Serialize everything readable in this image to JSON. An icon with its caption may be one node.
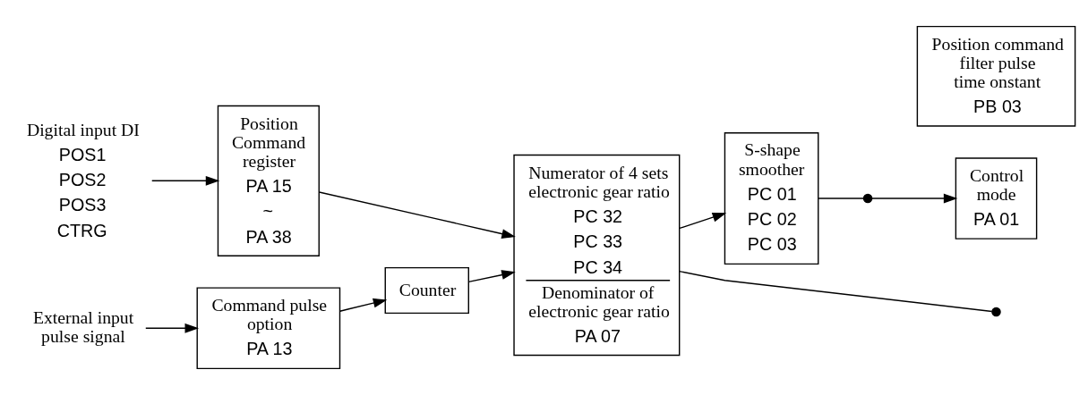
{
  "diagram": {
    "nodes": [
      {
        "text": [
          "Digital input DI",
          "POS1",
          "POS2",
          "POS3",
          "CTRG"
        ]
      },
      {
        "text": [
          "Position Command register",
          "PA 15",
          "~",
          "PA 38"
        ]
      },
      {
        "text": [
          "External input pulse signal"
        ]
      },
      {
        "text": [
          "Command pulse option",
          "PA 13"
        ]
      },
      {
        "text": [
          "Counter"
        ]
      },
      {
        "text": [
          "Numerator of 4 sets electronic gear ratio",
          "PC 32",
          "PC 33",
          "PC 34",
          "Denominator of electronic gear ratio",
          "PA 07"
        ]
      },
      {
        "text": [
          "S-shape smoother",
          "PC 01",
          "PC 02",
          "PC 03"
        ]
      },
      {
        "text": [
          "Control mode",
          "PA 01"
        ]
      },
      {
        "text": [
          "Position command filter pulse time onstant",
          "PB 03"
        ]
      },
      {
        "text": [],
        "shape": "circle"
      },
      {
        "text": [],
        "shape": "circle"
      }
    ],
    "edges": [
      {
        "from": 0,
        "to": 1,
        "arrow": "to"
      },
      {
        "from": 1,
        "to": 5,
        "arrow": "to"
      },
      {
        "from": 2,
        "to": 3,
        "arrow": "to"
      },
      {
        "from": 3,
        "to": 4,
        "arrow": "to"
      },
      {
        "from": 4,
        "to": 5,
        "arrow": "to"
      },
      {
        "from": 5,
        "to": 6,
        "arrow": "to"
      },
      {
        "from": 6,
        "to": 9,
        "arrow": "none"
      },
      {
        "from": 9,
        "to": 7,
        "arrow": "to"
      },
      {
        "from": 5,
        "to": 10,
        "arrow": "none"
      }
    ]
  }
}
